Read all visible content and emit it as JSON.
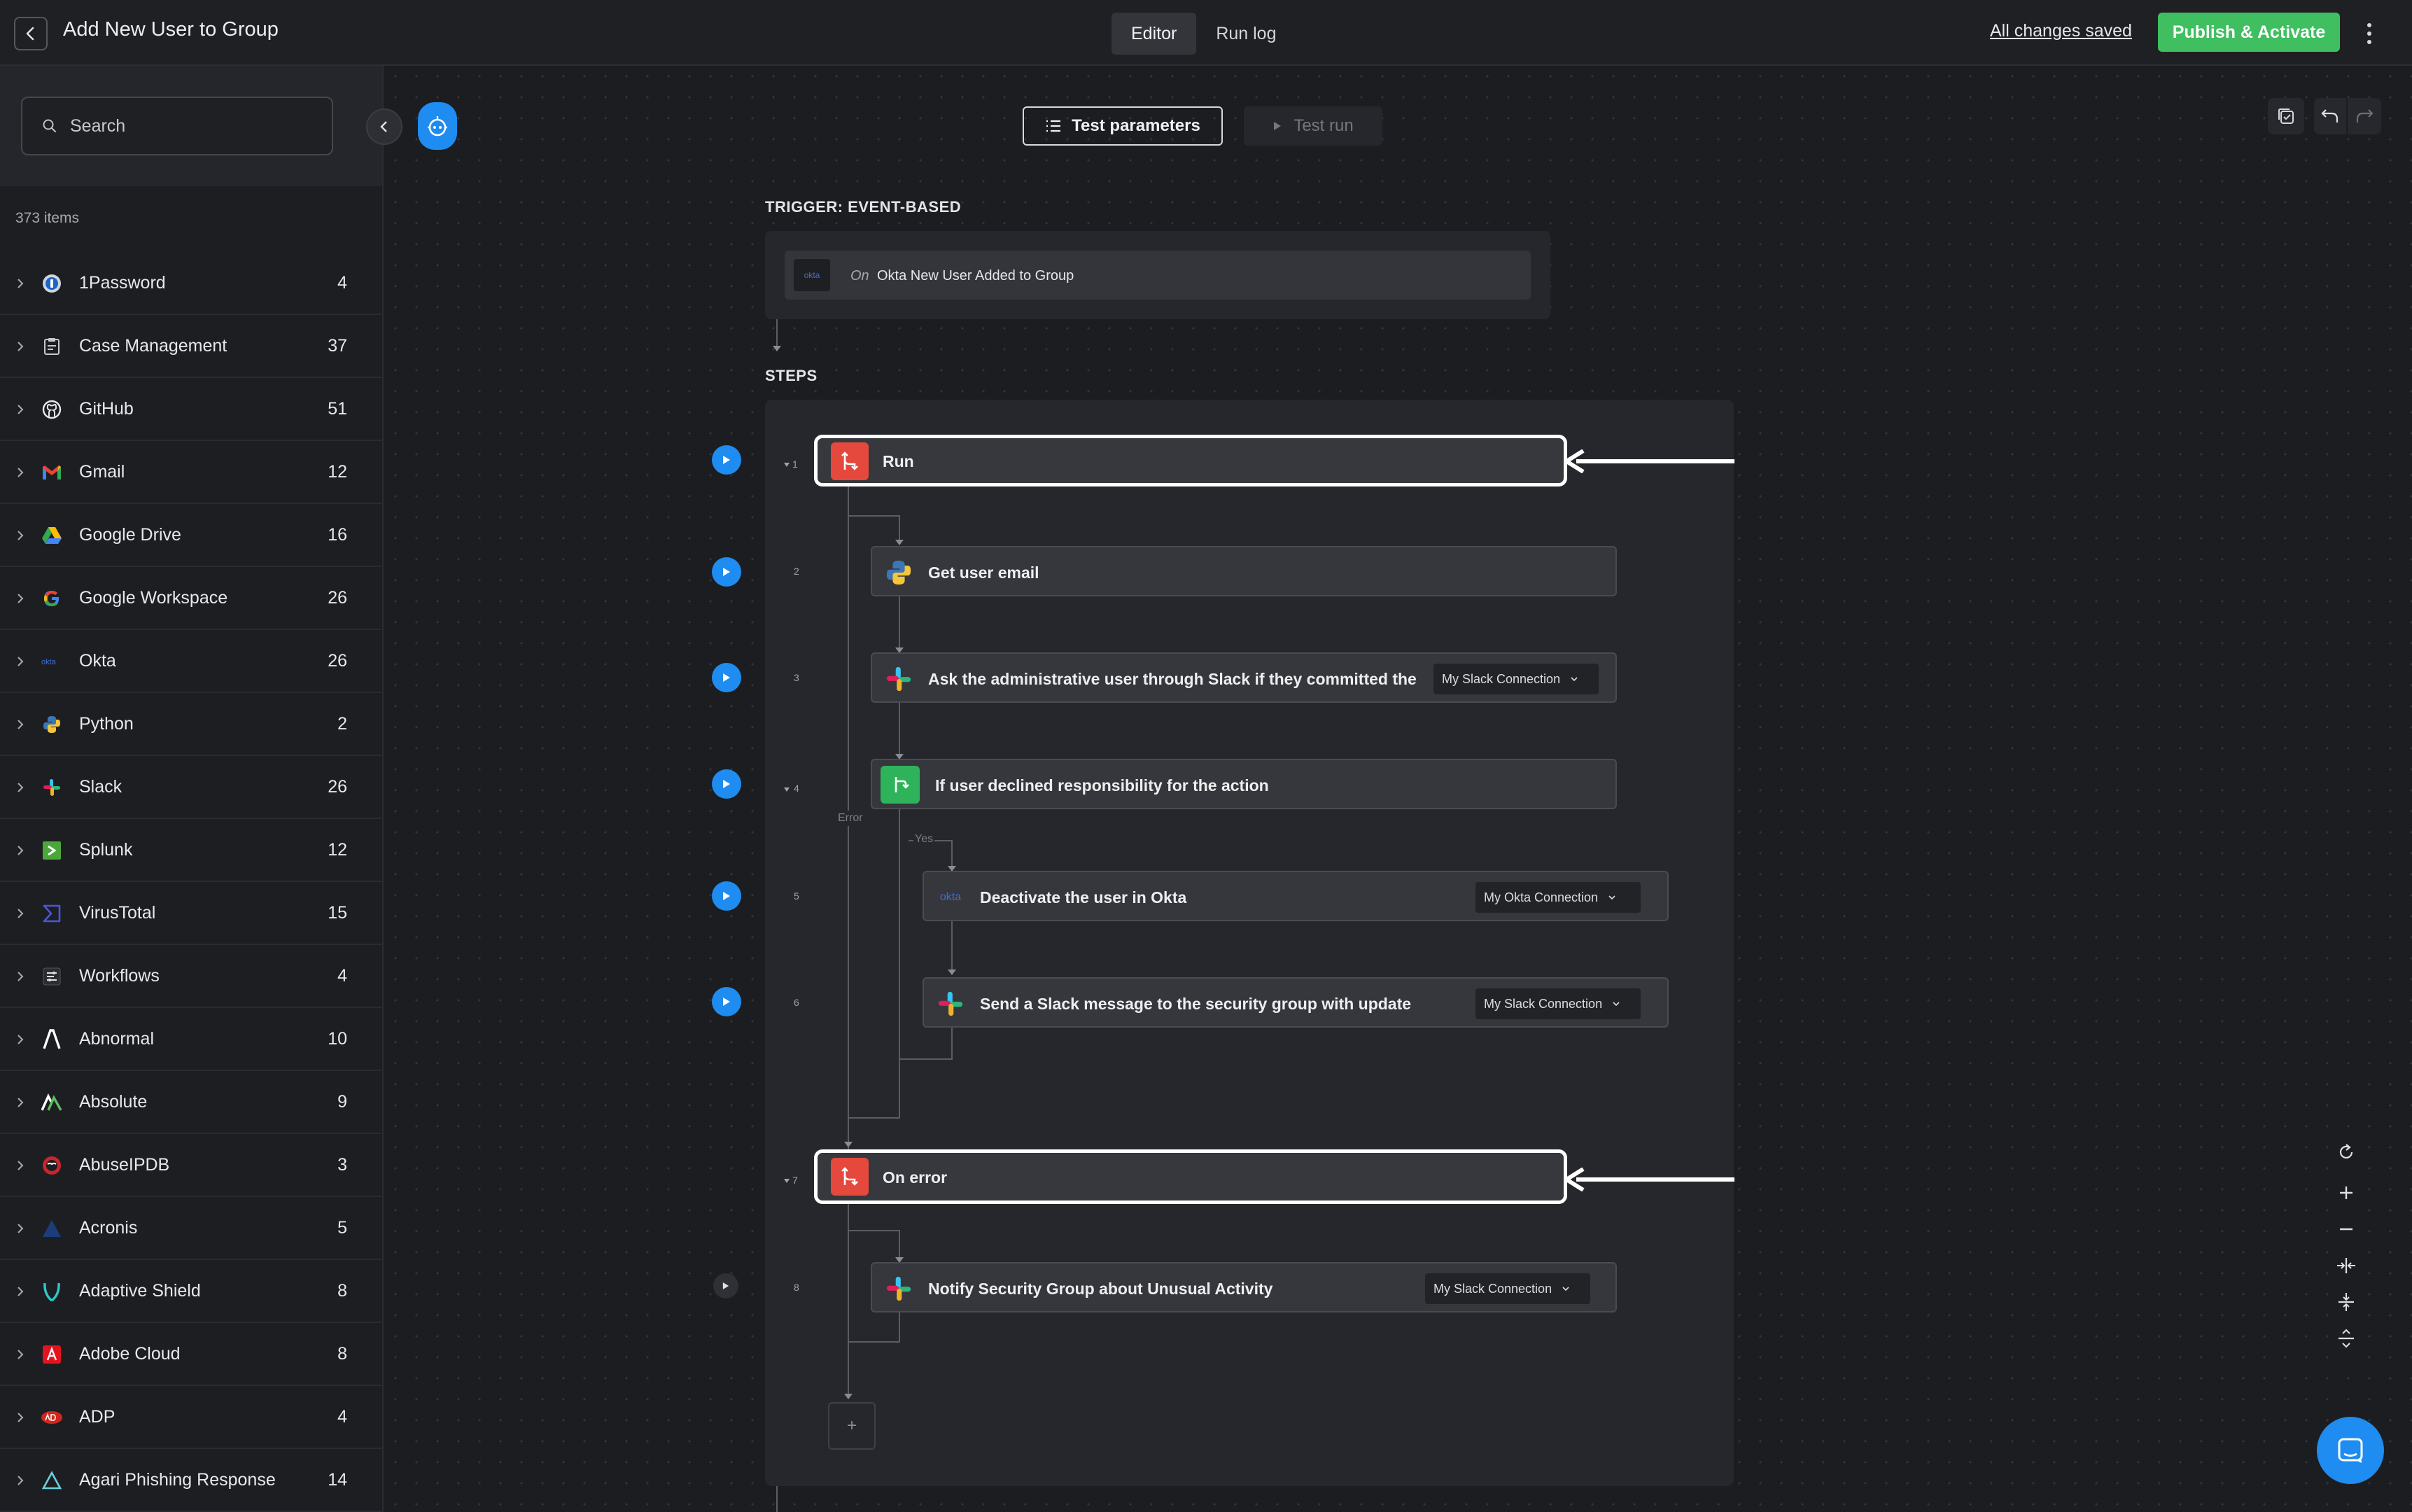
{
  "header": {
    "title": "Add New User to Group",
    "tabs": [
      {
        "label": "Editor",
        "active": true
      },
      {
        "label": "Run log",
        "active": false
      }
    ],
    "saved_text": "All changes saved",
    "publish_label": "Publish & Activate"
  },
  "sidebar": {
    "search_placeholder": "Search",
    "count": "373 items",
    "items": [
      {
        "name": "1Password",
        "count": "4",
        "icon": "1password-icon"
      },
      {
        "name": "Case Management",
        "count": "37",
        "icon": "case-management-icon"
      },
      {
        "name": "GitHub",
        "count": "51",
        "icon": "github-icon"
      },
      {
        "name": "Gmail",
        "count": "12",
        "icon": "gmail-icon"
      },
      {
        "name": "Google Drive",
        "count": "16",
        "icon": "google-drive-icon"
      },
      {
        "name": "Google Workspace",
        "count": "26",
        "icon": "google-icon"
      },
      {
        "name": "Okta",
        "count": "26",
        "icon": "okta-icon"
      },
      {
        "name": "Python",
        "count": "2",
        "icon": "python-icon"
      },
      {
        "name": "Slack",
        "count": "26",
        "icon": "slack-icon"
      },
      {
        "name": "Splunk",
        "count": "12",
        "icon": "splunk-icon"
      },
      {
        "name": "VirusTotal",
        "count": "15",
        "icon": "virustotal-icon"
      },
      {
        "name": "Workflows",
        "count": "4",
        "icon": "workflows-icon"
      },
      {
        "name": "Abnormal",
        "count": "10",
        "icon": "abnormal-icon"
      },
      {
        "name": "Absolute",
        "count": "9",
        "icon": "absolute-icon"
      },
      {
        "name": "AbuseIPDB",
        "count": "3",
        "icon": "abuseipdb-icon"
      },
      {
        "name": "Acronis",
        "count": "5",
        "icon": "acronis-icon"
      },
      {
        "name": "Adaptive Shield",
        "count": "8",
        "icon": "adaptive-shield-icon"
      },
      {
        "name": "Adobe Cloud",
        "count": "8",
        "icon": "adobe-cloud-icon"
      },
      {
        "name": "ADP",
        "count": "4",
        "icon": "adp-icon"
      },
      {
        "name": "Agari Phishing Response",
        "count": "14",
        "icon": "agari-icon"
      }
    ]
  },
  "toolbar": {
    "test_params_label": "Test parameters",
    "test_run_label": "Test run"
  },
  "trigger": {
    "section_label": "TRIGGER: EVENT-BASED",
    "badge": "okta",
    "on": "On",
    "text": "Okta New User Added to Group"
  },
  "steps_label": "STEPS",
  "steps": [
    {
      "num": "1",
      "title": "Run"
    },
    {
      "num": "2",
      "title": "Get user email"
    },
    {
      "num": "3",
      "title": "Ask the administrative user through Slack if they committed the",
      "connection": "My Slack Connection"
    },
    {
      "num": "4",
      "title": "If user declined responsibility for the action"
    },
    {
      "num": "5",
      "title": "Deactivate the user in Okta",
      "connection": "My Okta Connection",
      "badge": "okta"
    },
    {
      "num": "6",
      "title": "Send a Slack message to the security group with update",
      "connection": "My Slack Connection"
    },
    {
      "num": "7",
      "title": "On error"
    },
    {
      "num": "8",
      "title": "Notify Security Group about Unusual Activity",
      "connection": "My Slack Connection"
    }
  ],
  "labels": {
    "error": "Error",
    "yes": "Yes",
    "add": "+"
  },
  "colors": {
    "accent": "#1e8cf0",
    "publish": "#3fbf5f",
    "run_icon": "#e5483d",
    "branch_icon": "#2fb35a"
  }
}
